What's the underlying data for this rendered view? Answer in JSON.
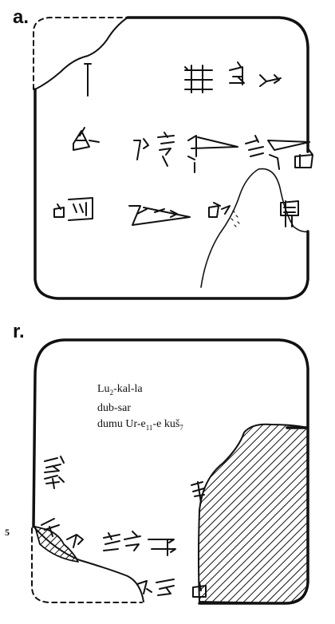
{
  "obverse": {
    "side_label": "a."
  },
  "reverse": {
    "side_label": "r.",
    "line_number": "5",
    "caption": {
      "line1": {
        "main": "Lu",
        "sub": "2",
        "rest": "-kal-la"
      },
      "line2": "dub-sar",
      "line3": {
        "pre": "dumu Ur-e",
        "sub1": "11",
        "mid": "-e kuš",
        "sub2": "7"
      }
    }
  }
}
